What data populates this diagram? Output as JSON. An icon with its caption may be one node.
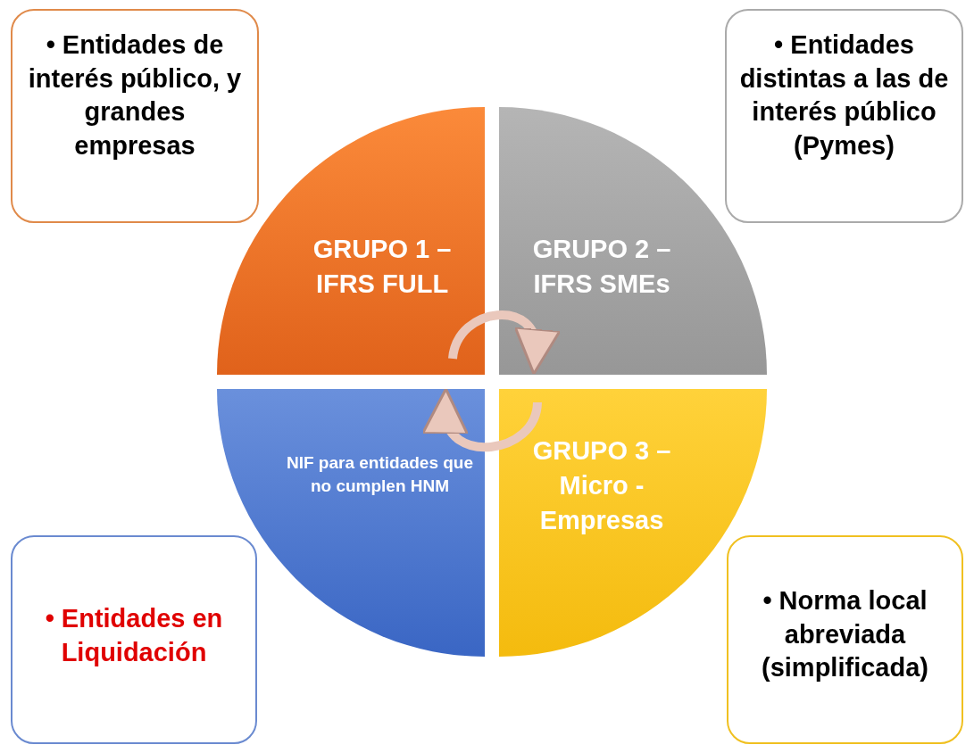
{
  "diagram": {
    "nodes": [
      {
        "text": [
          "• Entidades de interés público, y grandes empresas"
        ]
      },
      {
        "text": [
          "• Entidades distintas a las de interés público (Pymes)"
        ]
      },
      {
        "text": [
          "GRUPO 1 – IFRS FULL"
        ]
      },
      {
        "text": [
          "GRUPO 2 – IFRS SMEs"
        ]
      },
      {
        "text": [
          "NIF para entidades que no cumplen HNM"
        ]
      },
      {
        "text": [
          "GRUPO 3 – Micro - Empresas"
        ]
      },
      {
        "text": [
          "• Entidades en Liquidación"
        ]
      },
      {
        "text": [
          "• Norma local abreviada (simplificada)"
        ]
      }
    ],
    "edges": [
      {
        "from": 2,
        "to": 3,
        "arrow": "to"
      },
      {
        "from": 5,
        "to": 4,
        "arrow": "to"
      }
    ]
  }
}
